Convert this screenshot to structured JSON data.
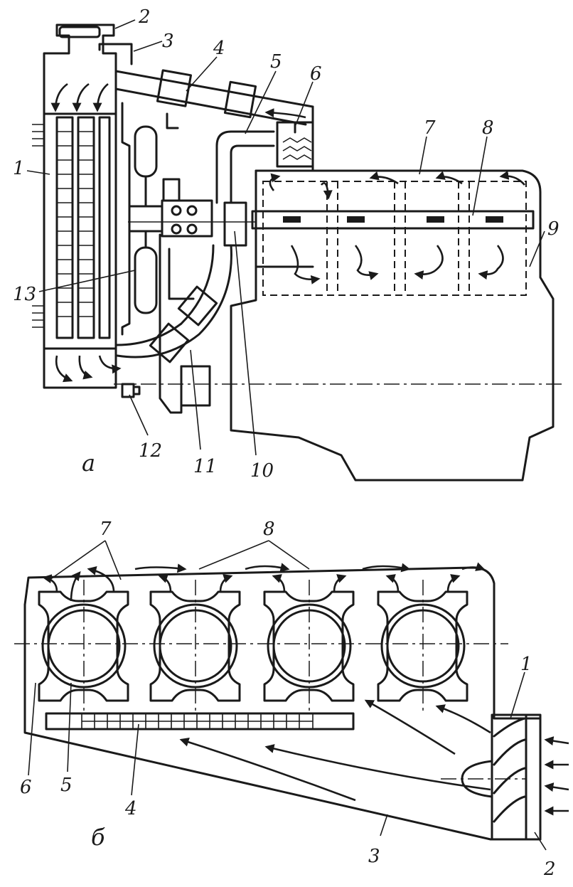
{
  "diagram_a": {
    "caption": "а",
    "labels": [
      "1",
      "2",
      "3",
      "4",
      "5",
      "6",
      "7",
      "8",
      "9",
      "10",
      "11",
      "12",
      "13"
    ]
  },
  "diagram_b": {
    "caption": "б",
    "labels": [
      "1",
      "2",
      "3",
      "4",
      "5",
      "6",
      "7",
      "8"
    ]
  }
}
